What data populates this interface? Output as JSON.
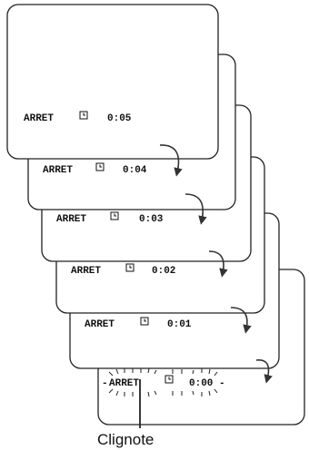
{
  "screens": [
    {
      "mode": "ARRET",
      "time": "0:00",
      "blinking": true
    },
    {
      "mode": "ARRET",
      "time": "0:01",
      "blinking": false
    },
    {
      "mode": "ARRET",
      "time": "0:02",
      "blinking": false
    },
    {
      "mode": "ARRET",
      "time": "0:03",
      "blinking": false
    },
    {
      "mode": "ARRET",
      "time": "0:04",
      "blinking": false
    },
    {
      "mode": "ARRET",
      "time": "0:05",
      "blinking": false
    }
  ],
  "blink_marks": {
    "left": "-",
    "right": "-"
  },
  "caption": "Clignote",
  "icons": {
    "timer": "timer-icon",
    "step_arrow": "curved-arrow-icon"
  }
}
